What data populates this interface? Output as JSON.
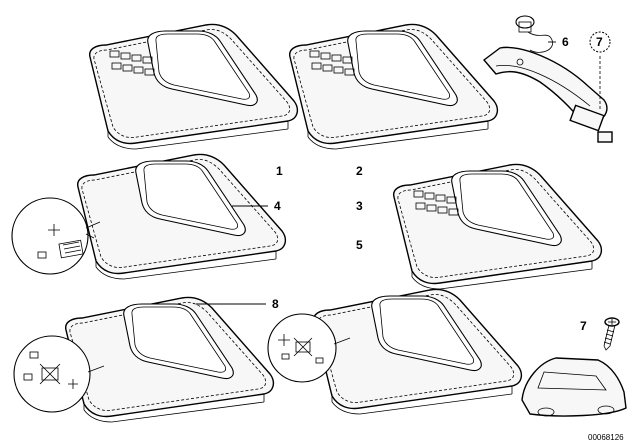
{
  "callouts": {
    "c1": "1",
    "c2": "2",
    "c3": "3",
    "c4": "4",
    "c5": "5",
    "c6": "6",
    "c7_circle": "7",
    "c7": "7",
    "c8": "8"
  },
  "doc_number": "00068126"
}
